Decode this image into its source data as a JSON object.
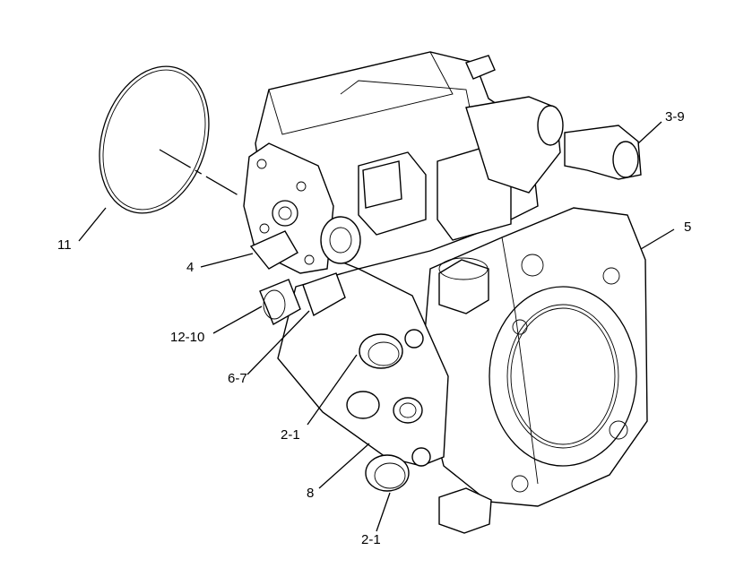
{
  "diagram": {
    "callouts": {
      "c11": "11",
      "c3_9": "3-9",
      "c5": "5",
      "c4": "4",
      "c12_10": "12-10",
      "c6_7": "6-7",
      "c2_1_upper": "2-1",
      "c8": "8",
      "c2_1_lower": "2-1"
    }
  }
}
